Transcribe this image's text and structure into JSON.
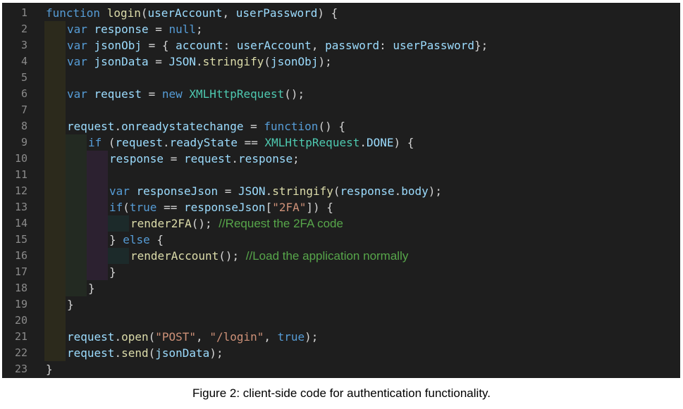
{
  "editor": {
    "line_numbers": [
      "1",
      "2",
      "3",
      "4",
      "5",
      "6",
      "7",
      "8",
      "9",
      "10",
      "11",
      "12",
      "13",
      "14",
      "15",
      "16",
      "17",
      "18",
      "19",
      "20",
      "21",
      "22",
      "23"
    ],
    "lines": [
      {
        "indent": 0,
        "tokens": [
          {
            "t": "kw",
            "v": "function "
          },
          {
            "t": "fn",
            "v": "login"
          },
          {
            "t": "pun",
            "v": "("
          },
          {
            "t": "id",
            "v": "userAccount"
          },
          {
            "t": "pun",
            "v": ", "
          },
          {
            "t": "id",
            "v": "userPassword"
          },
          {
            "t": "pun",
            "v": ") {"
          }
        ]
      },
      {
        "indent": 1,
        "tokens": [
          {
            "t": "kw",
            "v": "var "
          },
          {
            "t": "id",
            "v": "response"
          },
          {
            "t": "pun",
            "v": " = "
          },
          {
            "t": "kw",
            "v": "null"
          },
          {
            "t": "pun",
            "v": ";"
          }
        ]
      },
      {
        "indent": 1,
        "tokens": [
          {
            "t": "kw",
            "v": "var "
          },
          {
            "t": "id",
            "v": "jsonObj"
          },
          {
            "t": "pun",
            "v": " = { "
          },
          {
            "t": "id",
            "v": "account"
          },
          {
            "t": "pun",
            "v": ": "
          },
          {
            "t": "id",
            "v": "userAccount"
          },
          {
            "t": "pun",
            "v": ", "
          },
          {
            "t": "id",
            "v": "password"
          },
          {
            "t": "pun",
            "v": ": "
          },
          {
            "t": "id",
            "v": "userPassword"
          },
          {
            "t": "pun",
            "v": "};"
          }
        ]
      },
      {
        "indent": 1,
        "tokens": [
          {
            "t": "kw",
            "v": "var "
          },
          {
            "t": "id",
            "v": "jsonData"
          },
          {
            "t": "pun",
            "v": " = "
          },
          {
            "t": "id",
            "v": "JSON"
          },
          {
            "t": "pun",
            "v": "."
          },
          {
            "t": "fn",
            "v": "stringify"
          },
          {
            "t": "pun",
            "v": "("
          },
          {
            "t": "id",
            "v": "jsonObj"
          },
          {
            "t": "pun",
            "v": ");"
          }
        ]
      },
      {
        "indent": 1,
        "tokens": []
      },
      {
        "indent": 1,
        "tokens": [
          {
            "t": "kw",
            "v": "var "
          },
          {
            "t": "id",
            "v": "request"
          },
          {
            "t": "pun",
            "v": " = "
          },
          {
            "t": "kw",
            "v": "new "
          },
          {
            "t": "cls",
            "v": "XMLHttpRequest"
          },
          {
            "t": "pun",
            "v": "();"
          }
        ]
      },
      {
        "indent": 1,
        "tokens": []
      },
      {
        "indent": 1,
        "tokens": [
          {
            "t": "id",
            "v": "request"
          },
          {
            "t": "pun",
            "v": "."
          },
          {
            "t": "id",
            "v": "onreadystatechange"
          },
          {
            "t": "pun",
            "v": " = "
          },
          {
            "t": "kw",
            "v": "function"
          },
          {
            "t": "pun",
            "v": "() {"
          }
        ]
      },
      {
        "indent": 2,
        "tokens": [
          {
            "t": "kw",
            "v": "if "
          },
          {
            "t": "pun",
            "v": "("
          },
          {
            "t": "id",
            "v": "request"
          },
          {
            "t": "pun",
            "v": "."
          },
          {
            "t": "id",
            "v": "readyState"
          },
          {
            "t": "pun",
            "v": " == "
          },
          {
            "t": "cls",
            "v": "XMLHttpRequest"
          },
          {
            "t": "pun",
            "v": "."
          },
          {
            "t": "id",
            "v": "DONE"
          },
          {
            "t": "pun",
            "v": ") {"
          }
        ]
      },
      {
        "indent": 3,
        "tokens": [
          {
            "t": "id",
            "v": "response"
          },
          {
            "t": "pun",
            "v": " = "
          },
          {
            "t": "id",
            "v": "request"
          },
          {
            "t": "pun",
            "v": "."
          },
          {
            "t": "id",
            "v": "response"
          },
          {
            "t": "pun",
            "v": ";"
          }
        ]
      },
      {
        "indent": 3,
        "tokens": []
      },
      {
        "indent": 3,
        "tokens": [
          {
            "t": "kw",
            "v": "var "
          },
          {
            "t": "id",
            "v": "responseJson"
          },
          {
            "t": "pun",
            "v": " = "
          },
          {
            "t": "id",
            "v": "JSON"
          },
          {
            "t": "pun",
            "v": "."
          },
          {
            "t": "fn",
            "v": "stringify"
          },
          {
            "t": "pun",
            "v": "("
          },
          {
            "t": "id",
            "v": "response"
          },
          {
            "t": "pun",
            "v": "."
          },
          {
            "t": "id",
            "v": "body"
          },
          {
            "t": "pun",
            "v": ");"
          }
        ]
      },
      {
        "indent": 3,
        "tokens": [
          {
            "t": "kw",
            "v": "if"
          },
          {
            "t": "pun",
            "v": "("
          },
          {
            "t": "kw",
            "v": "true"
          },
          {
            "t": "pun",
            "v": " == "
          },
          {
            "t": "id",
            "v": "responseJson"
          },
          {
            "t": "pun",
            "v": "["
          },
          {
            "t": "str",
            "v": "\"2FA\""
          },
          {
            "t": "pun",
            "v": "]) {"
          }
        ]
      },
      {
        "indent": 4,
        "tokens": [
          {
            "t": "fn",
            "v": "render2FA"
          },
          {
            "t": "pun",
            "v": "(); "
          },
          {
            "t": "cmt",
            "v": "//Request the 2FA code"
          }
        ]
      },
      {
        "indent": 3,
        "tokens": [
          {
            "t": "pun",
            "v": "} "
          },
          {
            "t": "kw",
            "v": "else"
          },
          {
            "t": "pun",
            "v": " {"
          }
        ]
      },
      {
        "indent": 4,
        "tokens": [
          {
            "t": "fn",
            "v": "renderAccount"
          },
          {
            "t": "pun",
            "v": "(); "
          },
          {
            "t": "cmt",
            "v": "//Load the application normally"
          }
        ]
      },
      {
        "indent": 3,
        "tokens": [
          {
            "t": "pun",
            "v": "}"
          }
        ]
      },
      {
        "indent": 2,
        "tokens": [
          {
            "t": "pun",
            "v": "}"
          }
        ]
      },
      {
        "indent": 1,
        "tokens": [
          {
            "t": "pun",
            "v": "}"
          }
        ]
      },
      {
        "indent": 1,
        "tokens": []
      },
      {
        "indent": 1,
        "tokens": [
          {
            "t": "id",
            "v": "request"
          },
          {
            "t": "pun",
            "v": "."
          },
          {
            "t": "fn",
            "v": "open"
          },
          {
            "t": "pun",
            "v": "("
          },
          {
            "t": "str",
            "v": "\"POST\""
          },
          {
            "t": "pun",
            "v": ", "
          },
          {
            "t": "str",
            "v": "\"/login\""
          },
          {
            "t": "pun",
            "v": ", "
          },
          {
            "t": "kw",
            "v": "true"
          },
          {
            "t": "pun",
            "v": ");"
          }
        ]
      },
      {
        "indent": 1,
        "tokens": [
          {
            "t": "id",
            "v": "request"
          },
          {
            "t": "pun",
            "v": "."
          },
          {
            "t": "fn",
            "v": "send"
          },
          {
            "t": "pun",
            "v": "("
          },
          {
            "t": "id",
            "v": "jsonData"
          },
          {
            "t": "pun",
            "v": ");"
          }
        ]
      },
      {
        "indent": 0,
        "tokens": [
          {
            "t": "pun",
            "v": "}"
          }
        ]
      }
    ]
  },
  "caption": "Figure 2: client-side code for authentication functionality.",
  "colors": {
    "background": "#1e1e1e",
    "keyword": "#569cd6",
    "identifier": "#9cdcfe",
    "function": "#dcdcaa",
    "class": "#4ec9b0",
    "string": "#ce9178",
    "comment": "#57a64a",
    "line_number": "#8b8b8b"
  }
}
